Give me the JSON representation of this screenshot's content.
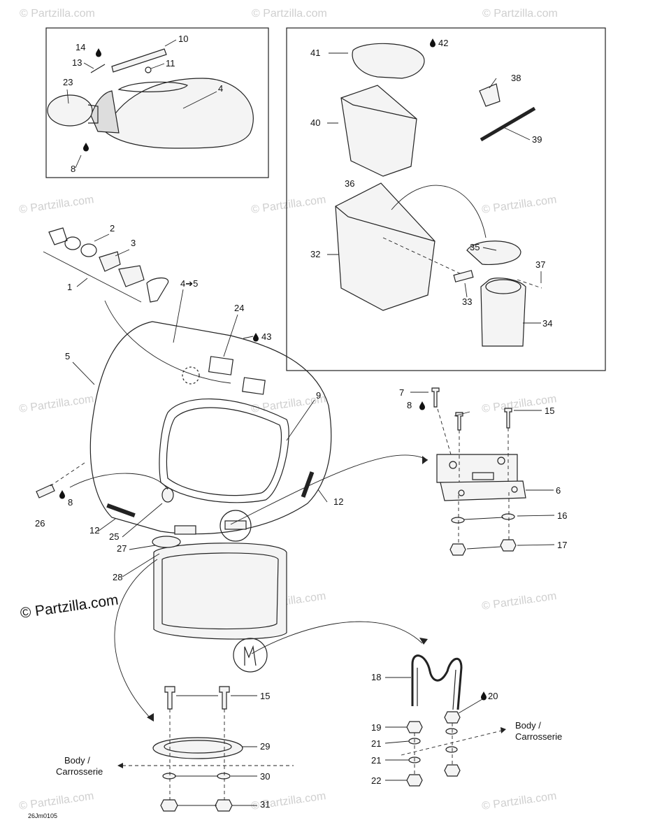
{
  "watermark": "© Partzilla.com",
  "watermark_prominent": "© Partzilla.com",
  "drawing_code": "26Jm0105",
  "labels": {
    "l1": "1",
    "l2": "2",
    "l3": "3",
    "l4": "4",
    "l4to5": "4➔5",
    "l5": "5",
    "l6": "6",
    "l7": "7",
    "l8a": "8",
    "l8b": "8",
    "l8c": "8",
    "l9": "9",
    "l10": "10",
    "l11": "11",
    "l12a": "12",
    "l12b": "12",
    "l13": "13",
    "l14": "14",
    "l15a": "15",
    "l15b": "15",
    "l16": "16",
    "l17": "17",
    "l18": "18",
    "l19": "19",
    "l20": "20",
    "l21a": "21",
    "l21b": "21",
    "l22": "22",
    "l23": "23",
    "l24": "24",
    "l25": "25",
    "l26": "26",
    "l27": "27",
    "l28": "28",
    "l29": "29",
    "l30": "30",
    "l31": "31",
    "l32": "32",
    "l33": "33",
    "l34": "34",
    "l35": "35",
    "l36": "36",
    "l37": "37",
    "l38": "38",
    "l39": "39",
    "l40": "40",
    "l41": "41",
    "l42": "42",
    "l43": "43"
  },
  "body_note_right": {
    "line1": "Body /",
    "line2": "Carrosserie"
  },
  "body_note_left": {
    "line1": "Body /",
    "line2": "Carrosserie"
  },
  "icons": [
    "oil-drop-icon"
  ]
}
